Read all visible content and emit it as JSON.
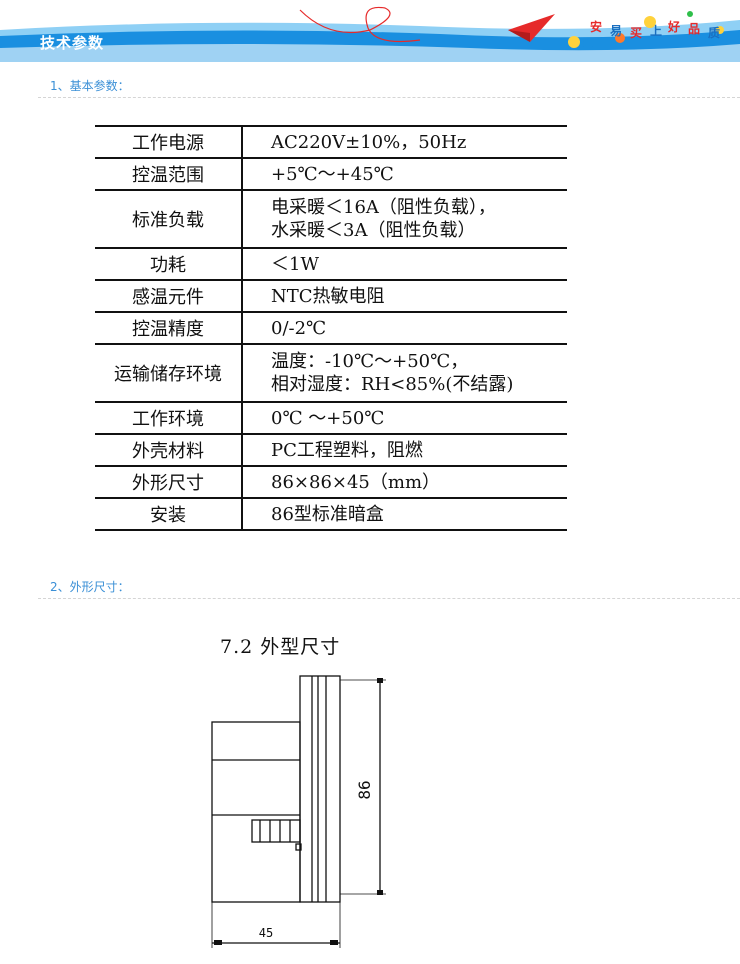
{
  "header": {
    "title": "技术参数",
    "slogan_chars": [
      "安",
      "易",
      "买",
      "上",
      "好",
      "品",
      "质"
    ],
    "colors": {
      "banner_blue": "#1a8fe0",
      "banner_light": "#8fd0f5",
      "section_blue": "#3a8fd6",
      "plane_red": "#e62a2a"
    }
  },
  "sections": {
    "basic": {
      "label": "1、基本参数："
    },
    "dimensions": {
      "label": "2、外形尺寸："
    }
  },
  "spec_table": [
    {
      "key": "工作电源",
      "value": [
        "AC220V±10%，50Hz"
      ]
    },
    {
      "key": "控温范围",
      "value": [
        "+5℃～+45℃"
      ]
    },
    {
      "key": "标准负载",
      "value": [
        "电采暖＜16A（阻性负载），",
        "水采暖＜3A（阻性负载）"
      ]
    },
    {
      "key": "功耗",
      "value": [
        "＜1W"
      ]
    },
    {
      "key": "感温元件",
      "value": [
        "NTC热敏电阻"
      ]
    },
    {
      "key": "控温精度",
      "value": [
        "0/-2℃"
      ]
    },
    {
      "key": "运输储存环境",
      "value": [
        "温度：-10℃～+50℃，",
        "相对湿度：RH<85%(不结露)"
      ]
    },
    {
      "key": "工作环境",
      "value": [
        "0℃ ～+50℃"
      ]
    },
    {
      "key": "外壳材料",
      "value": [
        "PC工程塑料，阻燃"
      ]
    },
    {
      "key": "外形尺寸",
      "value": [
        "86×86×45（mm）"
      ]
    },
    {
      "key": "安装",
      "value": [
        "86型标准暗盒"
      ]
    }
  ],
  "figure": {
    "title": "7.2 外型尺寸",
    "dim_height": "86",
    "dim_width": "45"
  }
}
